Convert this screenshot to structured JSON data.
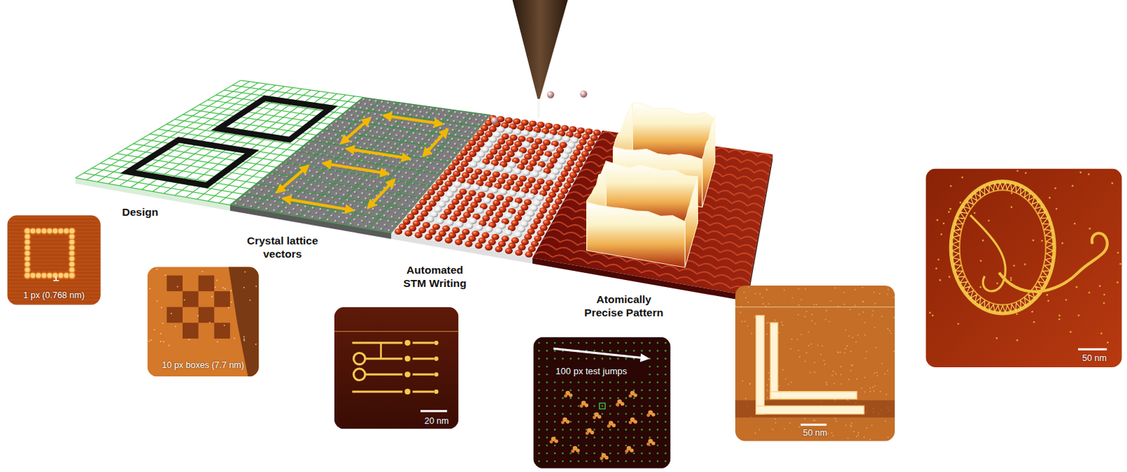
{
  "diagram": {
    "nodes": [
      {
        "text": [
          "1 px (0.768 nm)"
        ]
      },
      {
        "text": [
          "10 px boxes (7.7 nm)"
        ]
      },
      {
        "text": [
          "20 nm"
        ]
      },
      {
        "text": [
          "100 px test jumps"
        ]
      },
      {
        "text": [
          "50 nm"
        ]
      },
      {
        "text": [
          "50 nm"
        ]
      }
    ],
    "labels": [
      "Design",
      "Crystal lattice vectors",
      "Automated STM Writing",
      "Atomically Precise Pattern"
    ]
  }
}
